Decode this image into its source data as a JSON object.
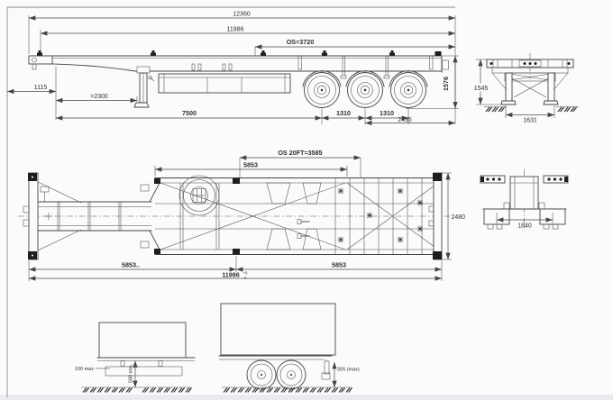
{
  "colors": {
    "line": "#454545",
    "dim": "#4a4a4a",
    "text": "#303030",
    "background": "#fbfbfb"
  },
  "side_view": {
    "dim_overall_length": "12360",
    "dim_upper_length": "11986",
    "dim_os": "OS=3720",
    "dim_front": "1115",
    "dim_landing_gear": ">2300",
    "dim_wheelbase": "7500",
    "dim_axle_spacing_1": "1310",
    "dim_axle_spacing_2": "1310",
    "dim_rear_overhang": "2435",
    "dim_deck_height": "1576"
  },
  "front_view": {
    "dim_height": "1545",
    "dim_leg_track": "1631"
  },
  "plan_view": {
    "dim_20ft_span": "5853",
    "dim_os_20ft": "OS 20FT=3585",
    "dim_width": "2480",
    "dim_half_left": "5853..",
    "dim_half_right": "5853",
    "dim_total": "11986",
    "dim_total_tol_upper": "+0",
    "dim_total_tol_lower": "-4"
  },
  "rear_view": {
    "dim_track": "1840"
  },
  "clearance_views": {
    "dim_gap": "100 max",
    "dim_ground_clearance": "500 min.",
    "dim_rear_clearance": "305 (max)"
  }
}
